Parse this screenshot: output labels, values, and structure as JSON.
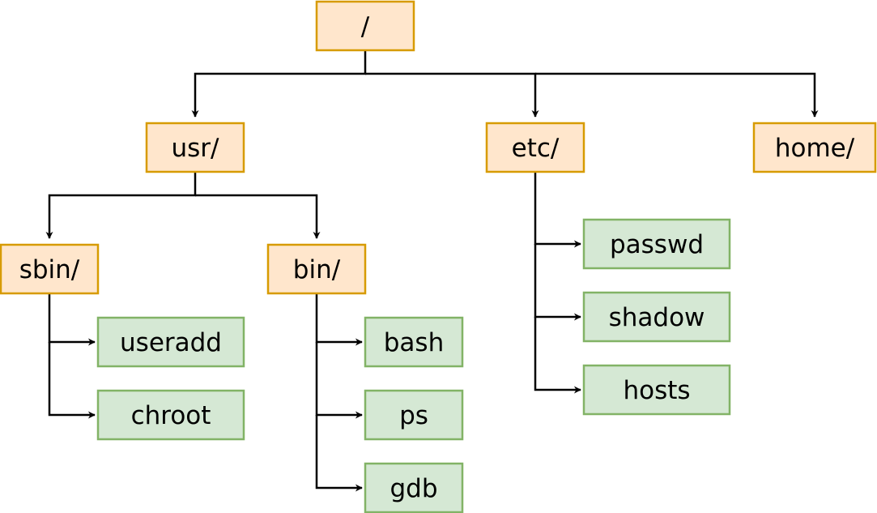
{
  "diagram": {
    "colors": {
      "dir_fill": "#ffe6cc",
      "dir_stroke": "#d79b00",
      "file_fill": "#d5e8d4",
      "file_stroke": "#82b366",
      "edge": "#000000"
    },
    "nodes": {
      "root": "/",
      "usr": "usr/",
      "etc": "etc/",
      "home": "home/",
      "sbin": "sbin/",
      "bin": "bin/",
      "useradd": "useradd",
      "chroot": "chroot",
      "bash": "bash",
      "ps": "ps",
      "gdb": "gdb",
      "passwd": "passwd",
      "shadow": "shadow",
      "hosts": "hosts"
    },
    "edges": [
      [
        "root",
        "usr"
      ],
      [
        "root",
        "etc"
      ],
      [
        "root",
        "home"
      ],
      [
        "usr",
        "sbin"
      ],
      [
        "usr",
        "bin"
      ],
      [
        "sbin",
        "useradd"
      ],
      [
        "sbin",
        "chroot"
      ],
      [
        "bin",
        "bash"
      ],
      [
        "bin",
        "ps"
      ],
      [
        "bin",
        "gdb"
      ],
      [
        "etc",
        "passwd"
      ],
      [
        "etc",
        "shadow"
      ],
      [
        "etc",
        "hosts"
      ]
    ]
  }
}
